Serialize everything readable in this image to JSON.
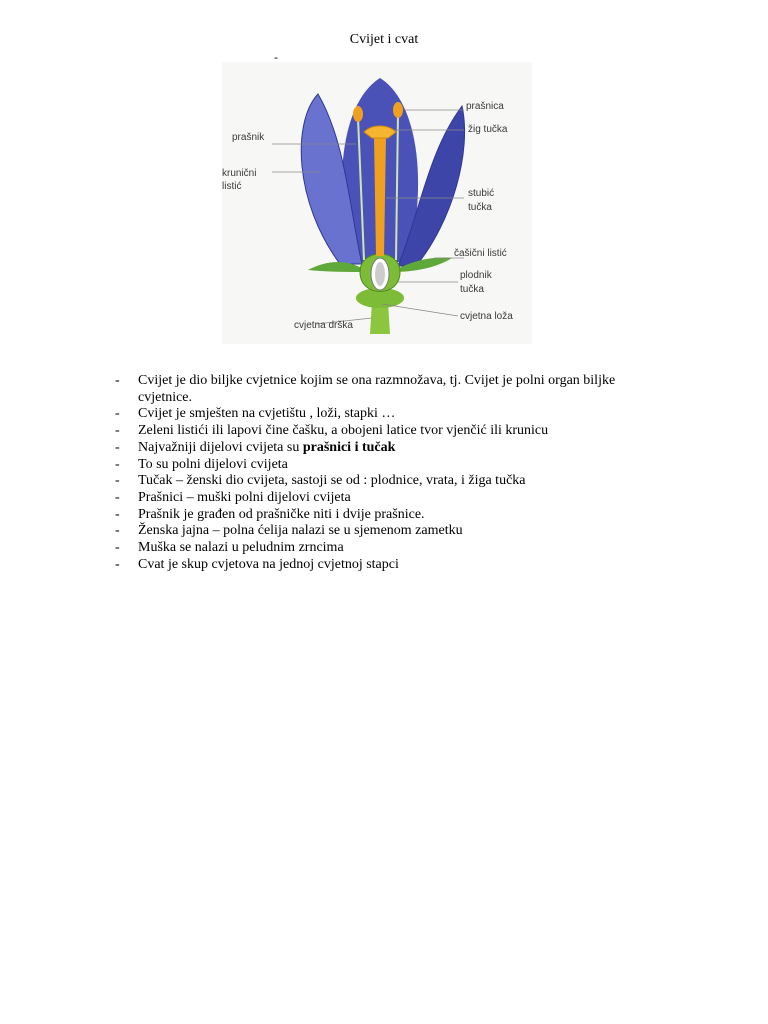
{
  "document": {
    "title": "Cvijet i cvat",
    "title_dash": "-"
  },
  "figure": {
    "labels": {
      "prasnica": "prašnica",
      "zig_tucka": "žig tučka",
      "prasnik": "prašnik",
      "krunicni_listic_1": "krunični",
      "krunicni_listic_2": "listić",
      "stubic_tucka_1": "stubić",
      "stubic_tucka_2": "tučka",
      "casicni_listic": "čašični listić",
      "plodnik_tucka_1": "plodnik",
      "plodnik_tucka_2": "tučka",
      "cvjetna_drska": "cvjetna drška",
      "cvjetna_loza": "cvjetna loža"
    },
    "colors": {
      "petal": "#5a62c4",
      "petal_dark": "#2f3796",
      "pistil": "#f0a020",
      "sepal": "#5fa83a",
      "stem": "#8cc63f"
    }
  },
  "bullets": [
    {
      "dash": "-",
      "text": "Cvijet je dio biljke cvjetnice kojim se ona razmnožava, tj. Cvijet je polni organ biljke cvjetnice."
    },
    {
      "dash": "-",
      "text": "Cvijet je smješten na cvjetištu , loži, stapki …"
    },
    {
      "dash": "-",
      "text": "Zeleni listići ili lapovi čine čašku, a obojeni latice tvor vjenčić ili krunicu"
    },
    {
      "dash": "-",
      "text_before": "Najvažniji dijelovi cvijeta su ",
      "text_bold": "prašnici i tučak"
    },
    {
      "dash": "-",
      "text": "To su polni dijelovi cvijeta"
    },
    {
      "dash": "-",
      "text": "Tučak – ženski dio cvijeta, sastoji se od : plodnice, vrata, i žiga tučka"
    },
    {
      "dash": "-",
      "text": "Prašnici – muški polni dijelovi cvijeta"
    },
    {
      "dash": "-",
      "text": "Prašnik je građen od prašničke niti  i dvije prašnice."
    },
    {
      "dash": "-",
      "text": "Ženska jajna – polna ćelija nalazi se u sjemenom zametku"
    },
    {
      "dash": "-",
      "text": "Muška se nalazi u peludnim zrncima"
    },
    {
      "dash": "-",
      "text": "Cvat je skup cvjetova na jednoj cvjetnoj stapci"
    }
  ]
}
